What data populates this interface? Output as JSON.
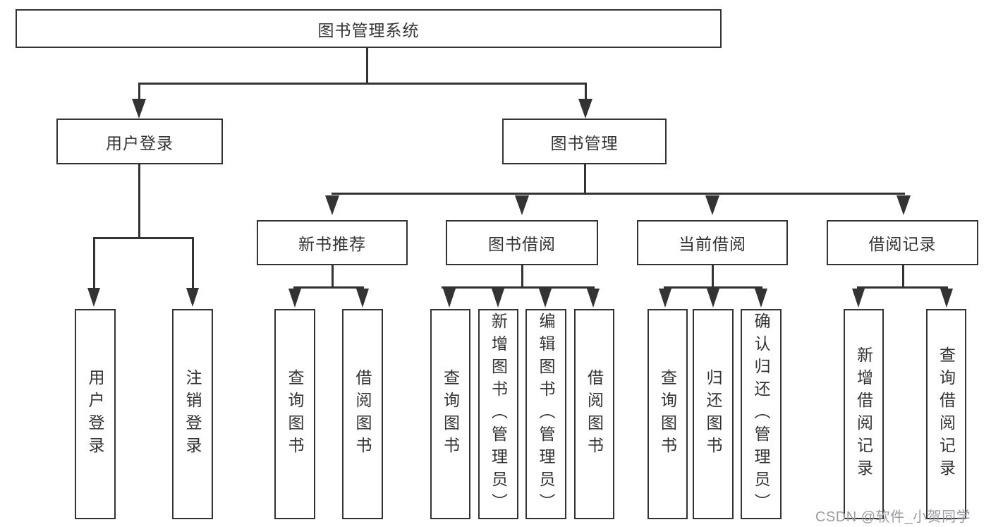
{
  "diagram_type": "hierarchy-org-chart",
  "tree": {
    "label": "图书管理系统",
    "children": [
      {
        "label": "用户登录",
        "children": [
          {
            "label": "用户登录"
          },
          {
            "label": "注销登录"
          }
        ]
      },
      {
        "label": "图书管理",
        "children": [
          {
            "label": "新书推荐",
            "children": [
              {
                "label": "查询图书"
              },
              {
                "label": "借阅图书"
              }
            ]
          },
          {
            "label": "图书借阅",
            "children": [
              {
                "label": "查询图书"
              },
              {
                "label": "新增图书（管理员）"
              },
              {
                "label": "编辑图书（管理员）"
              },
              {
                "label": "借阅图书"
              }
            ]
          },
          {
            "label": "当前借阅",
            "children": [
              {
                "label": "查询图书"
              },
              {
                "label": "归还图书"
              },
              {
                "label": "确认归还（管理员）"
              }
            ]
          },
          {
            "label": "借阅记录",
            "children": [
              {
                "label": "新增借阅记录"
              },
              {
                "label": "查询借阅记录"
              }
            ]
          }
        ]
      }
    ]
  },
  "watermark": {
    "text": "CSDN @软件_小贺同学"
  },
  "colors": {
    "line": "#333333",
    "text": "#333333",
    "watermark": "#9b9ba2",
    "background": "#ffffff"
  }
}
